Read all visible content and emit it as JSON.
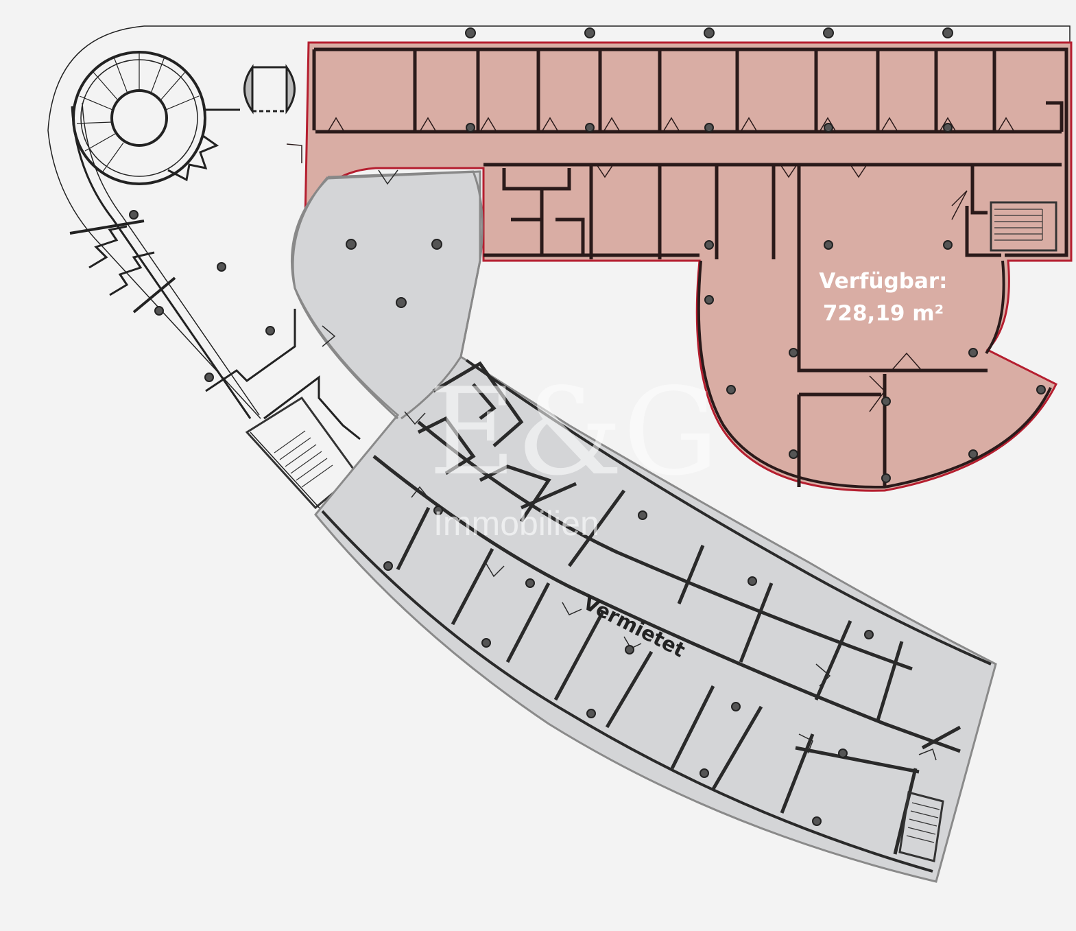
{
  "available": {
    "label": "Verfügbar:",
    "area": "728,19 m²"
  },
  "rented": {
    "label": "Vermietet"
  },
  "watermark": {
    "logo": "E&G",
    "subtitle": "Immobilien"
  },
  "colors": {
    "background": "#f3f3f3",
    "available_fill": "#d9ada4",
    "available_outline": "#b51e2f",
    "rented_fill": "#d4d5d7",
    "rented_outline": "#8a8a8a",
    "wall": "#2a1a1a"
  }
}
